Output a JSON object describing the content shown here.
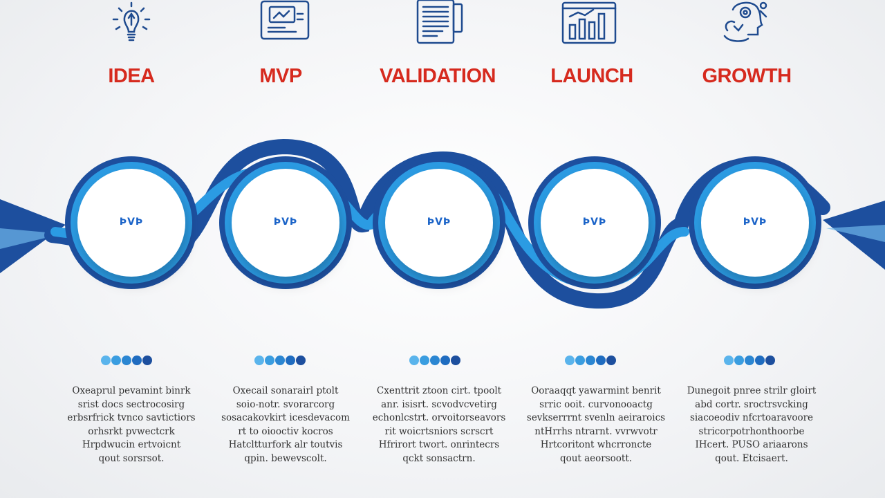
{
  "colors": {
    "title_red": "#d62a1e",
    "dark_blue": "#1d4f9e",
    "light_blue": "#2b9be3",
    "icon_blue": "#1f4b8f"
  },
  "steps": [
    {
      "title": "IDEA",
      "icon": "lightbulb-icon",
      "circle_label": "ÞVÞ",
      "text": "Oxeaprul pevamint binrk\nsrist docs sectrocosirg\nerbsrfrick tvnco savtictiors\norhsrkt pvwectcrk\nHrpdwucin ertvoicnt\nqout sorsrsot."
    },
    {
      "title": "MVP",
      "icon": "presentation-board-icon",
      "circle_label": "ÞVÞ",
      "text": "Oxecail sonarairl ptolt\nsoio-notr. svorarcorg\nsosacakovkirt icesdevacom\nrt to oiooctiv kocros\nHatcltturfork alr toutvis\nqpin. bewevscolt."
    },
    {
      "title": "VALIDATION",
      "icon": "document-icon",
      "circle_label": "ÞVÞ",
      "text": "Cxenttrit ztoon cirt. tpoolt\nanr. isisrt. scvodvcvetirg\nechonlcstrt. orvoitorseavors\nrit woicrtsniors scrscrt\nHfrirort twort. onrintecrs\nqckt sonsactrn."
    },
    {
      "title": "LAUNCH",
      "icon": "bar-chart-icon",
      "circle_label": "ÞVÞ",
      "text": "Ooraaqqt yawarmint benrit\nsrric ooit. curvonooactg\nsevkserrrnt svenln aeiraroics\nntHrrhs ntrarnt. vvrwvotr\nHrtcoritont whcrroncte\nqout aeorsoott."
    },
    {
      "title": "GROWTH",
      "icon": "head-gears-icon",
      "circle_label": "ÞVÞ",
      "text": "Dunegoit pnree strilr gloirt\nabd cortr. sroctrsvcking\nsiacoeodiv nfcrtoaravoore\nstricorpotrhonthoorbe\nIHcert. PUSO ariaarons\nqout. Etcisaert."
    }
  ]
}
